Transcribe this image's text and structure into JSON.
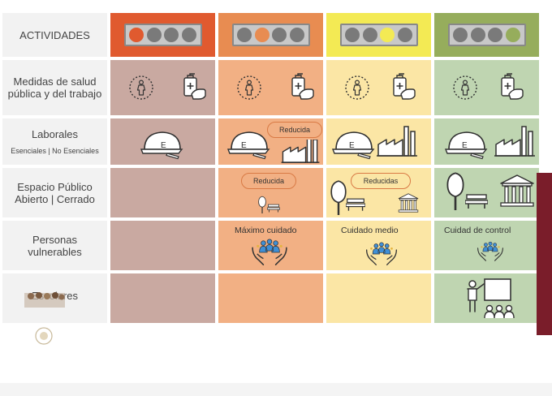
{
  "labels": {
    "actividades": "ACTIVIDADES",
    "medidas": "Medidas de salud pública y del trabajo",
    "laborales": "Laborales",
    "laborales_sub": "Esenciales | No Esenciales",
    "espacio": "Espacio Público Abierto | Cerrado",
    "personas": "Personas vulnerables",
    "escolares": "Escolares"
  },
  "colors": {
    "rojo": "#e05a2f",
    "naranja": "#e88c51",
    "amarillo": "#f3ea54",
    "verde": "#96ad5c",
    "rojo_cell": "#c9a9a1",
    "naranja_cell": "#f2b084",
    "amarillo_cell": "#fbe6a5",
    "verde_cell": "#bfd5b1"
  },
  "semaforos": [
    {
      "level": "rojo",
      "active_light": 1
    },
    {
      "level": "naranja",
      "active_light": 2
    },
    {
      "level": "amarillo",
      "active_light": 3
    },
    {
      "level": "verde",
      "active_light": 4
    }
  ],
  "helmet_letter": "E",
  "reducida": "Reducida",
  "reducidas": "Reducidas",
  "maximo_cuidado": "Máximo cuidado",
  "cuidado_medio": "Cuidado medio",
  "cuidado_control": "Cuidad de control",
  "icons": [
    "person-in-circle-icon",
    "sanitizer-hand-icon",
    "hard-hat-icon",
    "factory-icon",
    "tree-icon",
    "bench-icon",
    "building-columns-icon",
    "people-in-hands-icon",
    "teacher-board-icon"
  ]
}
